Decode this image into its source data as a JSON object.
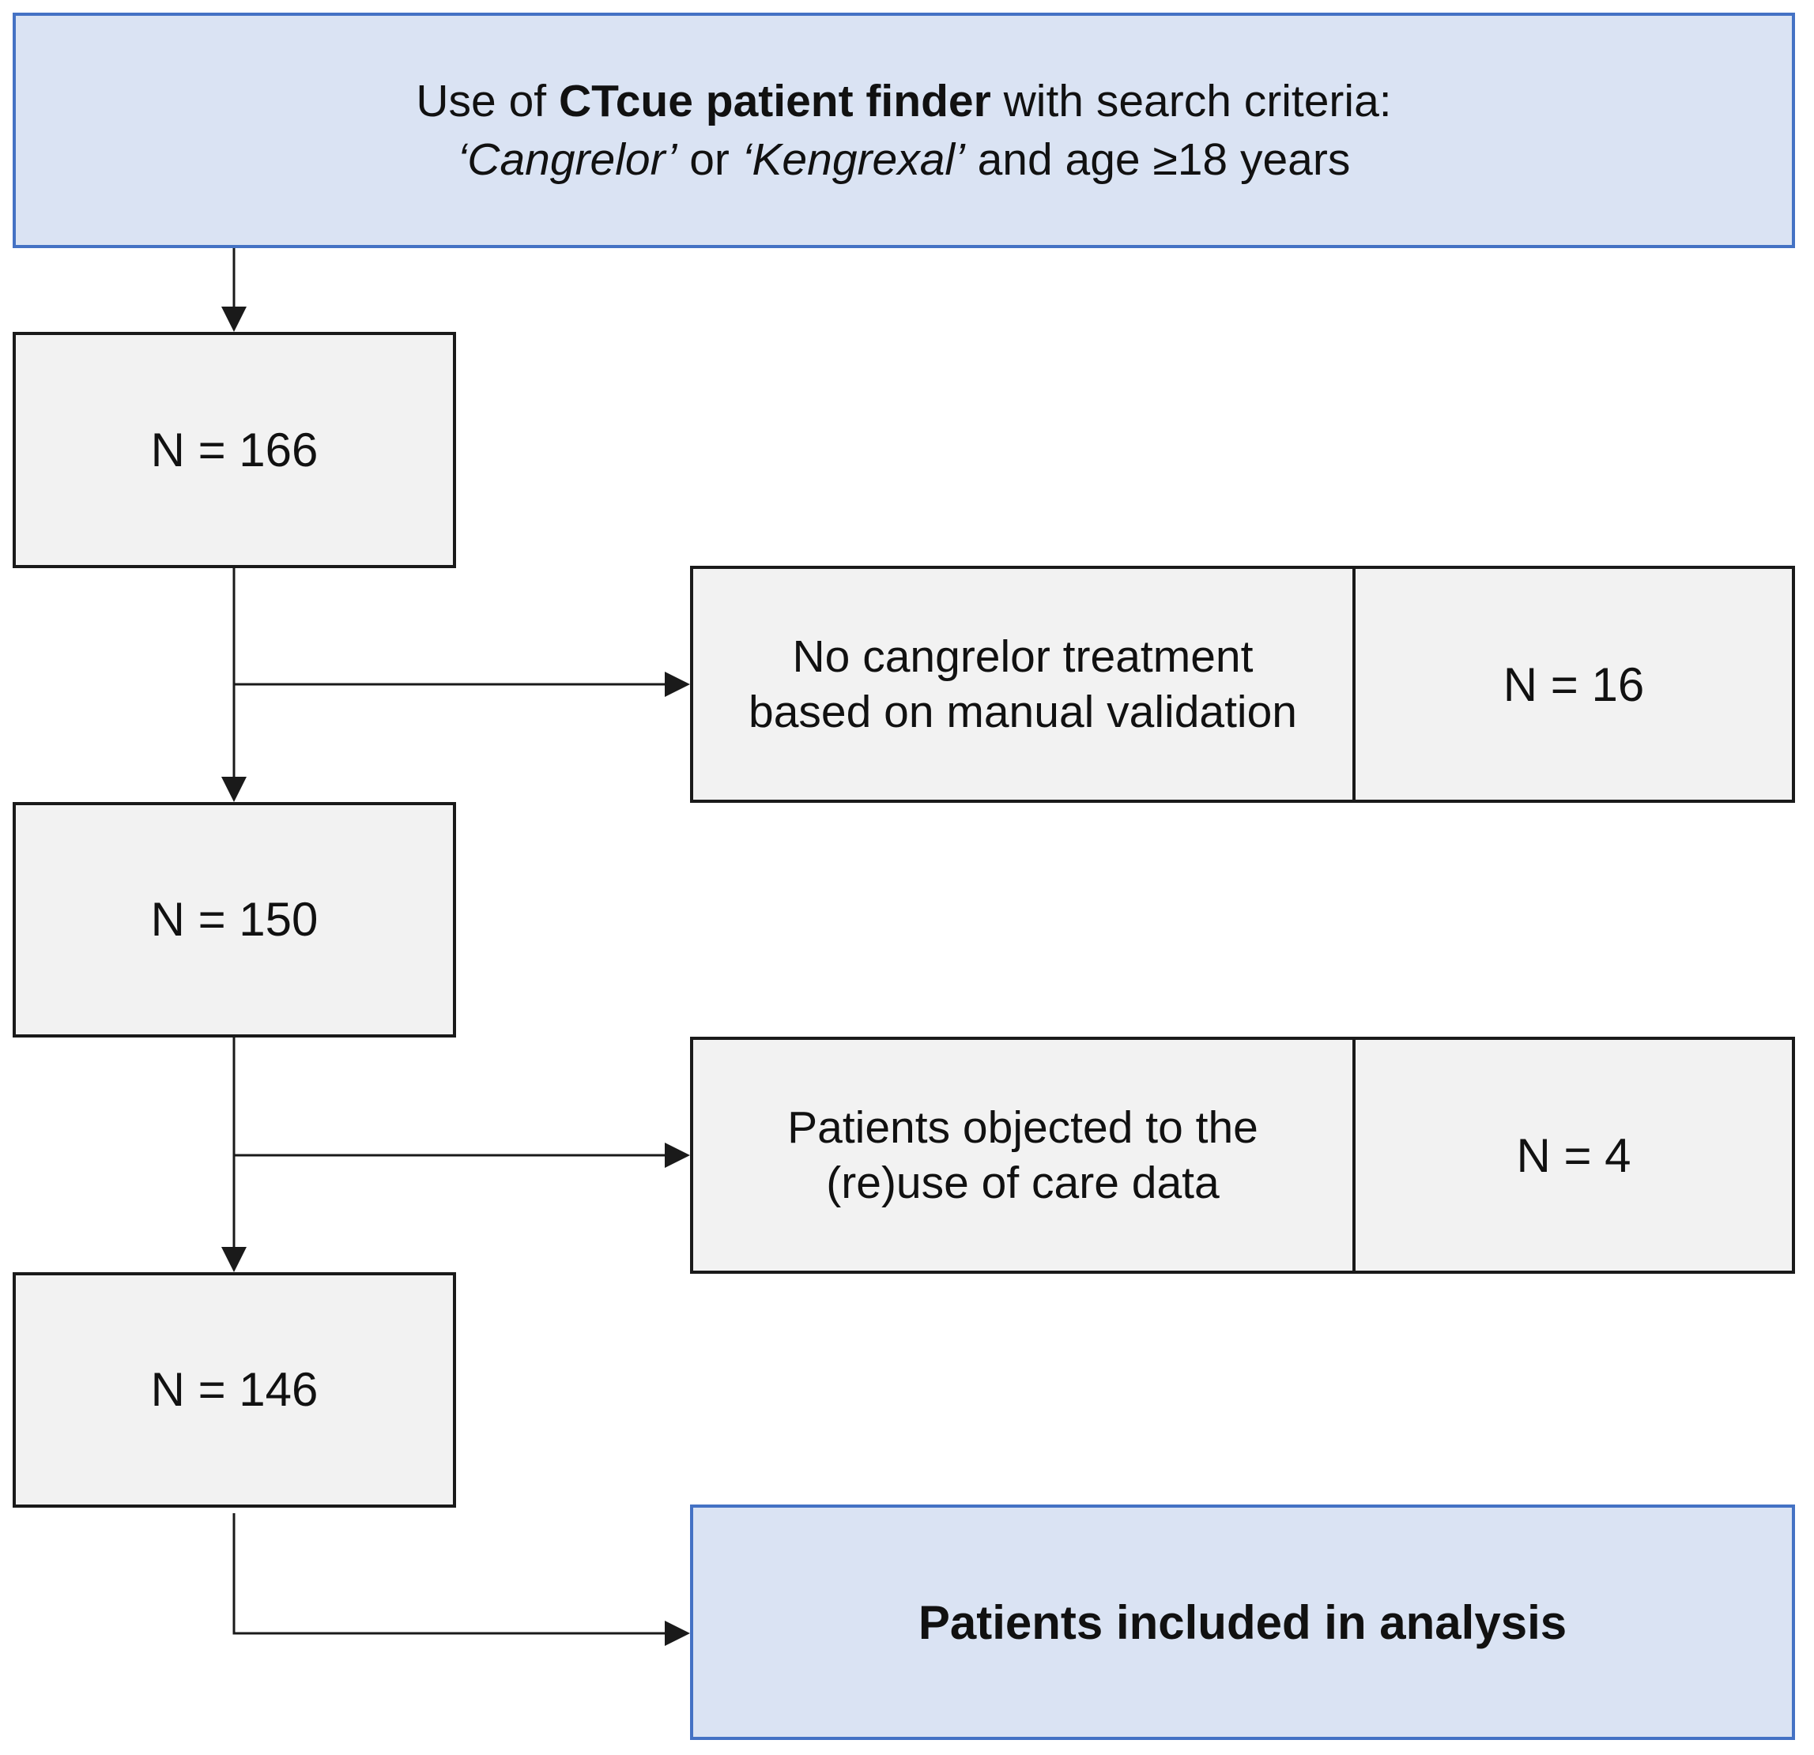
{
  "title_box": {
    "line1_prefix": "Use of ",
    "line1_bold": "CTcue patient finder",
    "line1_suffix": " with search criteria:",
    "line2_term1": "‘Cangrelor’",
    "line2_or": " or ",
    "line2_term2": "‘Kengrexal’",
    "line2_suffix": " and age ≥18 years"
  },
  "counts": [
    {
      "label": "N = 166"
    },
    {
      "label": "N = 150"
    },
    {
      "label": "N = 146"
    }
  ],
  "exclusions": [
    {
      "reason": "No cangrelor treatment\nbased on manual validation",
      "count": "N = 16"
    },
    {
      "reason": "Patients objected to the\n(re)use of care data",
      "count": "N = 4"
    }
  ],
  "final_box": {
    "label": "Patients included in analysis"
  },
  "colors": {
    "highlight_fill": "#dae3f3",
    "highlight_border": "#4472c4",
    "box_fill": "#f2f2f2",
    "box_border": "#1a1a1a"
  }
}
